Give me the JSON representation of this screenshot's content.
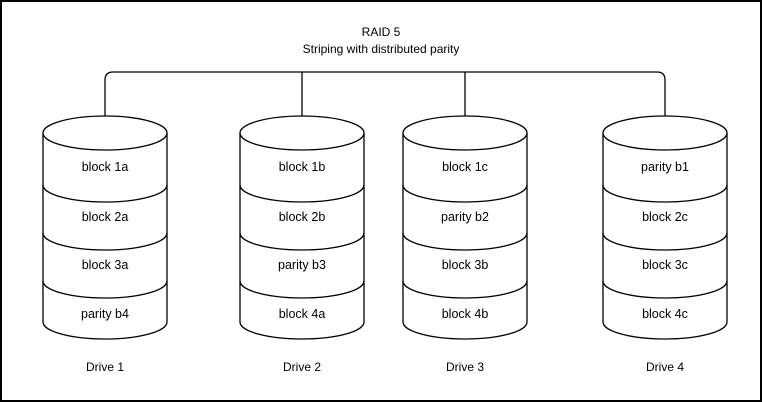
{
  "title": {
    "line1": "RAID 5",
    "line2": "Striping with distributed parity"
  },
  "drives": [
    {
      "label": "Drive 1",
      "blocks": [
        "block 1a",
        "block 2a",
        "block 3a",
        "parity b4"
      ]
    },
    {
      "label": "Drive 2",
      "blocks": [
        "block 1b",
        "block 2b",
        "parity b3",
        "block 4a"
      ]
    },
    {
      "label": "Drive 3",
      "blocks": [
        "block 1c",
        "parity b2",
        "block 3b",
        "block 4b"
      ]
    },
    {
      "label": "Drive 4",
      "blocks": [
        "parity b1",
        "block 2c",
        "block 3c",
        "block 4c"
      ]
    }
  ],
  "colors": {
    "line": "#000000",
    "background": "#ffffff"
  }
}
